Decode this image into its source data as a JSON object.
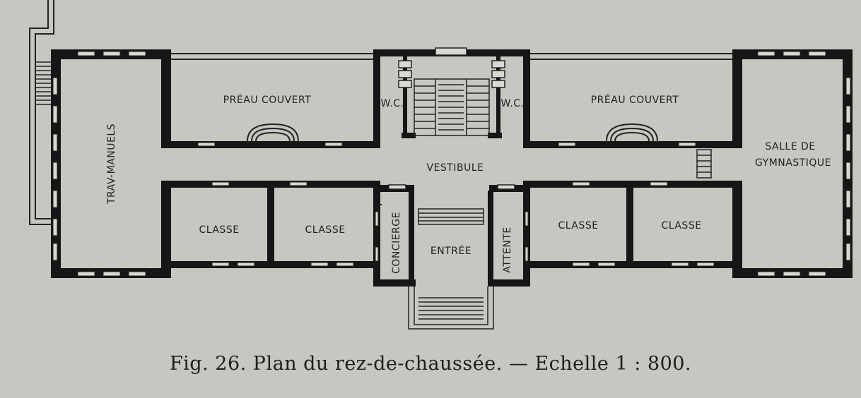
{
  "plan": {
    "rooms": {
      "tray_manuels": "TRAV-MANUELS",
      "preau_left": "PRÉAU COUVERT",
      "preau_right": "PRÉAU COUVERT",
      "wc_left": "W.C.",
      "wc_right": "W.C.",
      "vestibule": "VESTIBULE",
      "gym_line1": "SALLE DE",
      "gym_line2": "GYMNASTIQUE",
      "classe_1": "CLASSE",
      "classe_2": "CLASSE",
      "classe_3": "CLASSE",
      "classe_4": "CLASSE",
      "concierge": "CONCIERGE",
      "entree": "ENTRÉE",
      "attente": "ATTENTE"
    }
  },
  "caption": "Fig. 26.   Plan du rez-de-chaussée. — Echelle 1 : 800."
}
